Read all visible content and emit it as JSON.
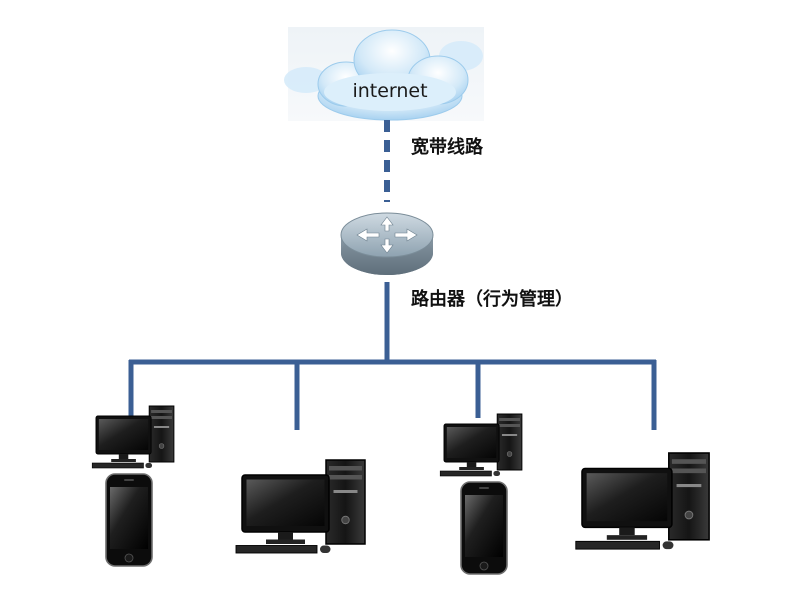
{
  "internet": {
    "label": "internet",
    "icon": "cloud-icon"
  },
  "links": {
    "broadband_label": "宽带线路",
    "router_label": "路由器（行为管理）"
  },
  "router": {
    "icon": "router-icon"
  },
  "clients": [
    {
      "kind": "desktop-small",
      "icon": "desktop-computer-icon"
    },
    {
      "kind": "smartphone",
      "icon": "smartphone-icon"
    },
    {
      "kind": "desktop-large",
      "icon": "desktop-computer-icon"
    },
    {
      "kind": "desktop-small",
      "icon": "desktop-computer-icon"
    },
    {
      "kind": "smartphone",
      "icon": "smartphone-icon"
    },
    {
      "kind": "desktop-large",
      "icon": "desktop-computer-icon"
    }
  ],
  "colors": {
    "network_line": "#3b5f94",
    "cloud": "#b9dcf4",
    "router": "#9fb0bc"
  }
}
